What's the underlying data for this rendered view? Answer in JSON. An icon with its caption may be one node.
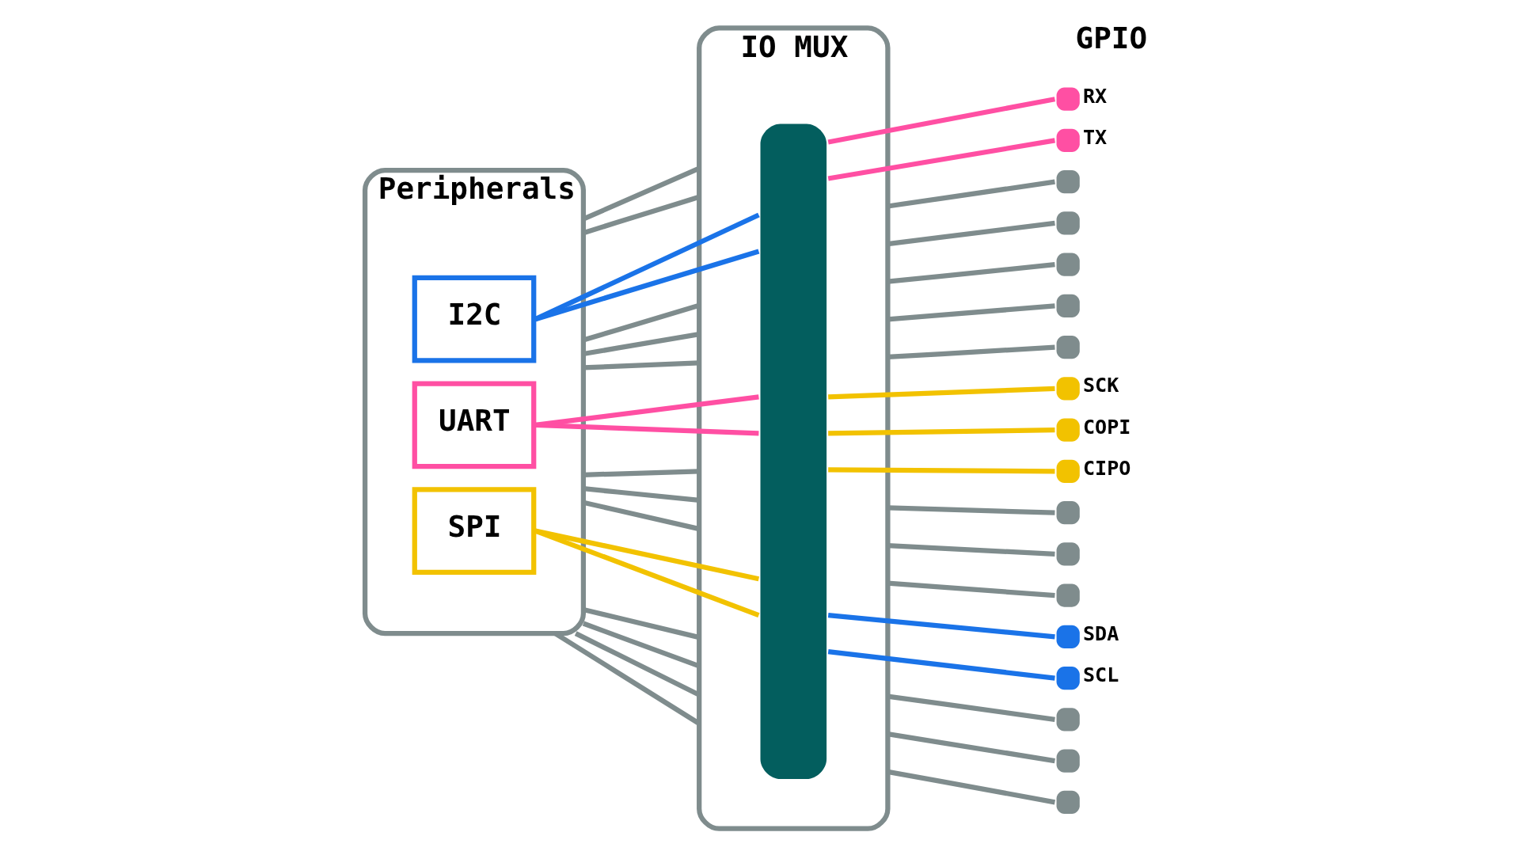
{
  "diagram": {
    "nodes": [
      {
        "text": [
          "Peripherals"
        ]
      },
      {
        "text": [
          "I2C"
        ],
        "in": 0
      },
      {
        "text": [
          "UART"
        ],
        "in": 0
      },
      {
        "text": [
          "SPI"
        ],
        "in": 0
      },
      {
        "text": [
          "IO MUX"
        ]
      },
      {
        "text": [],
        "shape": "bar",
        "in": 4
      },
      {
        "text": [],
        "shape": "circle",
        "beside": [
          "RX"
        ]
      },
      {
        "text": [],
        "shape": "circle",
        "beside": [
          "TX"
        ]
      },
      {
        "text": [],
        "shape": "circle"
      },
      {
        "text": [],
        "shape": "circle"
      },
      {
        "text": [],
        "shape": "circle"
      },
      {
        "text": [],
        "shape": "circle"
      },
      {
        "text": [],
        "shape": "circle"
      },
      {
        "text": [],
        "shape": "circle",
        "beside": [
          "SCK"
        ]
      },
      {
        "text": [],
        "shape": "circle",
        "beside": [
          "COPI"
        ]
      },
      {
        "text": [],
        "shape": "circle",
        "beside": [
          "CIPO"
        ]
      },
      {
        "text": [],
        "shape": "circle"
      },
      {
        "text": [],
        "shape": "circle"
      },
      {
        "text": [],
        "shape": "circle"
      },
      {
        "text": [],
        "shape": "circle",
        "beside": [
          "SDA"
        ]
      },
      {
        "text": [],
        "shape": "circle",
        "beside": [
          "SCL"
        ]
      },
      {
        "text": [],
        "shape": "circle"
      },
      {
        "text": [],
        "shape": "circle"
      },
      {
        "text": [],
        "shape": "circle"
      }
    ],
    "edges": [
      {
        "from": 0,
        "to": 4,
        "arrow": "none"
      },
      {
        "from": 0,
        "to": 4,
        "arrow": "none"
      },
      {
        "from": 1,
        "to": 5,
        "arrow": "none",
        "color": "#1a73e8"
      },
      {
        "from": 1,
        "to": 5,
        "arrow": "none",
        "color": "#1a73e8"
      },
      {
        "from": 0,
        "to": 4,
        "arrow": "none"
      },
      {
        "from": 0,
        "to": 4,
        "arrow": "none"
      },
      {
        "from": 0,
        "to": 4,
        "arrow": "none"
      },
      {
        "from": 2,
        "to": 5,
        "arrow": "none",
        "color": "#ff4fa3"
      },
      {
        "from": 2,
        "to": 5,
        "arrow": "none",
        "color": "#ff4fa3"
      },
      {
        "from": 0,
        "to": 4,
        "arrow": "none"
      },
      {
        "from": 0,
        "to": 4,
        "arrow": "none"
      },
      {
        "from": 0,
        "to": 4,
        "arrow": "none"
      },
      {
        "from": 3,
        "to": 5,
        "arrow": "none",
        "color": "#f2c200"
      },
      {
        "from": 3,
        "to": 5,
        "arrow": "none",
        "color": "#f2c200"
      },
      {
        "from": 0,
        "to": 4,
        "arrow": "none"
      },
      {
        "from": 0,
        "to": 4,
        "arrow": "none"
      },
      {
        "from": 0,
        "to": 4,
        "arrow": "none"
      },
      {
        "from": 0,
        "to": 4,
        "arrow": "none"
      },
      {
        "from": 5,
        "to": 6,
        "arrow": "none",
        "color": "#ff4fa3"
      },
      {
        "from": 5,
        "to": 7,
        "arrow": "none",
        "color": "#ff4fa3"
      },
      {
        "from": 4,
        "to": 8,
        "arrow": "none"
      },
      {
        "from": 4,
        "to": 9,
        "arrow": "none"
      },
      {
        "from": 4,
        "to": 10,
        "arrow": "none"
      },
      {
        "from": 4,
        "to": 11,
        "arrow": "none"
      },
      {
        "from": 4,
        "to": 12,
        "arrow": "none"
      },
      {
        "from": 5,
        "to": 13,
        "arrow": "none",
        "color": "#f2c200"
      },
      {
        "from": 5,
        "to": 14,
        "arrow": "none",
        "color": "#f2c200"
      },
      {
        "from": 5,
        "to": 15,
        "arrow": "none",
        "color": "#f2c200"
      },
      {
        "from": 4,
        "to": 16,
        "arrow": "none"
      },
      {
        "from": 4,
        "to": 17,
        "arrow": "none"
      },
      {
        "from": 4,
        "to": 18,
        "arrow": "none"
      },
      {
        "from": 5,
        "to": 19,
        "arrow": "none",
        "color": "#1a73e8"
      },
      {
        "from": 5,
        "to": 20,
        "arrow": "none",
        "color": "#1a73e8"
      },
      {
        "from": 4,
        "to": 21,
        "arrow": "none"
      },
      {
        "from": 4,
        "to": 22,
        "arrow": "none"
      },
      {
        "from": 4,
        "to": 23,
        "arrow": "none"
      }
    ],
    "labels": [
      "GPIO"
    ]
  }
}
